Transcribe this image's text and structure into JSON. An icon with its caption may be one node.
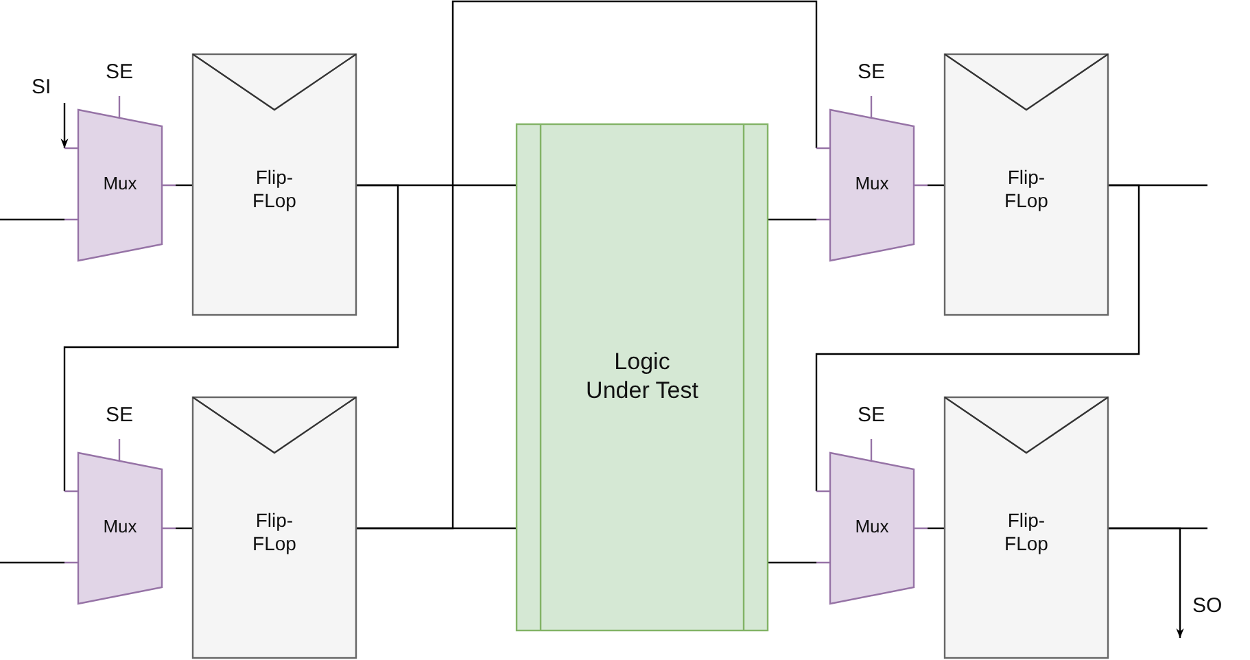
{
  "diagram": {
    "nodes": [
      {
        "text": [
          "Mux"
        ],
        "beside": [
          "SE"
        ]
      },
      {
        "text": [
          "Flip- FLop"
        ]
      },
      {
        "text": [
          "Mux"
        ],
        "beside": [
          "SE"
        ]
      },
      {
        "text": [
          "Flip- FLop"
        ]
      },
      {
        "text": [
          "Logic Under Test"
        ]
      },
      {
        "text": [
          "Mux"
        ],
        "beside": [
          "SE"
        ]
      },
      {
        "text": [
          "Flip- FLop"
        ]
      },
      {
        "text": [
          "Mux"
        ],
        "beside": [
          "SE"
        ]
      },
      {
        "text": [
          "Flip- FLop"
        ]
      }
    ],
    "edges": [
      {
        "from": null,
        "to": 0,
        "arrow": "to",
        "label": "SI"
      },
      {
        "from": null,
        "to": 0,
        "arrow": "none"
      },
      {
        "from": 0,
        "to": 1,
        "arrow": "none"
      },
      {
        "from": 1,
        "to": 4,
        "arrow": "none"
      },
      {
        "from": 1,
        "to": 2,
        "arrow": "none"
      },
      {
        "from": null,
        "to": 2,
        "arrow": "none"
      },
      {
        "from": 2,
        "to": 3,
        "arrow": "none"
      },
      {
        "from": 3,
        "to": 4,
        "arrow": "none"
      },
      {
        "from": 3,
        "to": 5,
        "arrow": "none"
      },
      {
        "from": 4,
        "to": 5,
        "arrow": "none"
      },
      {
        "from": 4,
        "to": 7,
        "arrow": "none"
      },
      {
        "from": 5,
        "to": 6,
        "arrow": "none"
      },
      {
        "from": 7,
        "to": 8,
        "arrow": "none"
      },
      {
        "from": 6,
        "to": 7,
        "arrow": "none"
      },
      {
        "from": 6,
        "to": null,
        "arrow": "none"
      },
      {
        "from": 8,
        "to": null,
        "arrow": "none"
      },
      {
        "from": 8,
        "to": null,
        "arrow": "to",
        "label": "SO"
      }
    ]
  }
}
